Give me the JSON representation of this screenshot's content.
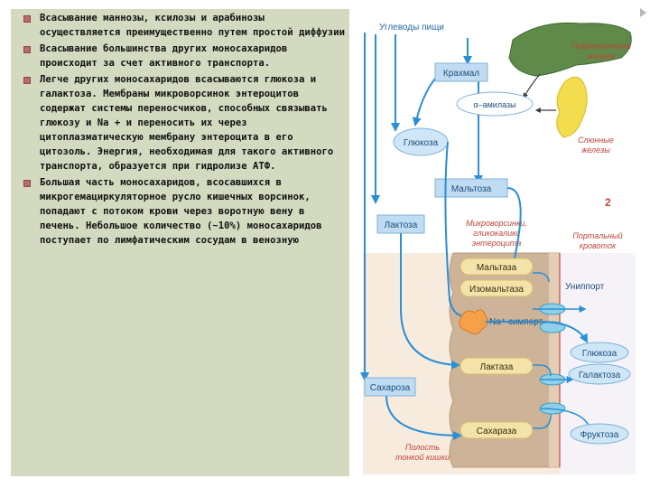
{
  "bullets": [
    "Всасывание маннозы, ксилозы и арабинозы осуществляется преимущественно путем простой диффузии",
    "Всасывание большинства других моносахаридов происходит за счет активного транспорта.",
    "Легче других моносахаридов всасываются глюкоза и галактоза. Мембраны микроворсинок энтероцитов содержат системы переносчиков, способных связывать глюкозу и Na + и переносить их через цитоплазматическую мембрану энтероцита в его цитозоль. Энергия, необходимая для такого активного транспорта, образуется при гидролизе АТФ.",
    "Большая часть моносахаридов, всосавшихся в микрогемациркуляторное русло кишечных ворсинок, попадают с потоком крови через воротную вену в печень. Небольшое количество (~10%) моносахаридов поступает по лимфатическим сосудам в венозную"
  ],
  "diagram": {
    "food_carbs": "Углеводы пищи",
    "starch": "Крахмал",
    "amylase": "α–амилазы",
    "pancreas_line1": "Поджелудочная",
    "pancreas_line2": "железа",
    "salivary_line1": "Слюнные",
    "salivary_line2": "железы",
    "glucose_top": "Глюкоза",
    "maltose_top": "Мальтоза",
    "number": "2",
    "lactose_left": "Лактоза",
    "microvilli_line1": "Микроворсинки,",
    "microvilli_line2": "гликокаликс",
    "microvilli_line3": "энтероцита",
    "portal_line1": "Портальный",
    "portal_line2": "кровоток",
    "maltase": "Мальтаза",
    "isomaltase": "Изомальтаза",
    "uniport": "Униппорт",
    "na_symport": "Na⁺ симпорт",
    "glucose_right": "Глюкоза",
    "galactose": "Галактоза",
    "lactase": "Лактаза",
    "sucrose": "Сахароза",
    "sucrase": "Сахараза",
    "fructose": "Фруктоза",
    "cavity_line1": "Полость",
    "cavity_line2": "тонкой кишки"
  },
  "colors": {
    "panel_bg": "#d3dabf",
    "arrow_blue": "#2a8fd6",
    "box_blue": "#bfdcf2",
    "ellipse_blue": "#cfe6f6",
    "enterocyte": "#cdb397",
    "enzyme_pill": "#f4e3a8",
    "label_red": "#c0453a",
    "pancreas_green": "#5f8a4a",
    "salivary_yellow": "#f3dc4e"
  }
}
